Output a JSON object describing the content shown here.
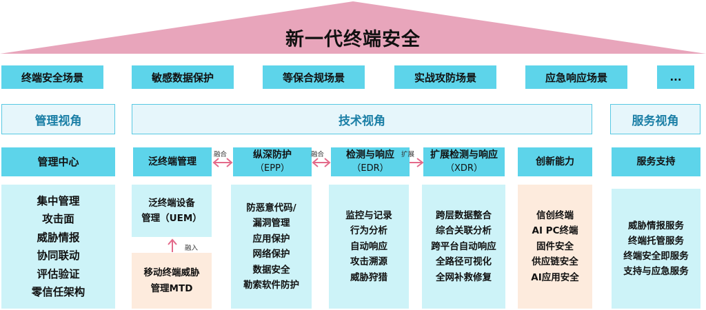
{
  "title": "新一代终端安全",
  "scenarios": [
    "终端安全场景",
    "敏感数据保护",
    "等保合规场景",
    "实战攻防场景",
    "应急响应场景",
    "..."
  ],
  "perspectives": {
    "management": "管理视角",
    "technology": "技术视角",
    "service": "服务视角"
  },
  "management": {
    "header": "管理中心",
    "items": [
      "集中管理",
      "攻击面",
      "威胁情报",
      "协同联动",
      "评估验证",
      "零信任架构"
    ]
  },
  "uem": {
    "header": "泛终端管理",
    "device_title": "泛终端设备",
    "device_sub": "管理（UEM）",
    "merge_label": "融入",
    "mtd_line1": "移动终端威胁",
    "mtd_line2": "管理MTD"
  },
  "epp": {
    "header": "纵深防护",
    "header_sub": "（EPP）",
    "items": [
      "防恶意代码/",
      "漏洞管理",
      "应用保护",
      "网络保护",
      "数据安全",
      "勒索软件防护"
    ]
  },
  "edr": {
    "header": "检测与响应",
    "header_sub": "（EDR）",
    "items": [
      "监控与记录",
      "行为分析",
      "自动响应",
      "攻击溯源",
      "威胁狩猎"
    ]
  },
  "xdr": {
    "header": "扩展检测与响应",
    "header_sub": "（XDR）",
    "items": [
      "跨层数据整合",
      "综合关联分析",
      "跨平台自动响应",
      "全路径可视化",
      "全网补救修复"
    ]
  },
  "innovation": {
    "header": "创新能力",
    "items": [
      "信创终端",
      "AI PC终端",
      "固件安全",
      "供应链安全",
      "AI应用安全"
    ]
  },
  "service": {
    "header": "服务支持",
    "items": [
      "威胁情报服务",
      "终端托管服务",
      "终端安全即服务",
      "支持与应急服务"
    ]
  },
  "connectors": {
    "uem_epp": "融合",
    "epp_edr": "融合",
    "edr_xdr": "扩展"
  },
  "colors": {
    "roof": "#e8a5bb",
    "scenario_box": "#5dd4ea",
    "perspective_fill": "#e6f6fb",
    "perspective_border": "#56c8e2",
    "perspective_text": "#1b7fa6",
    "panel_cyan": "#cdf3f8",
    "panel_peach": "#fdebdd",
    "arrow": "#e36a8a"
  }
}
